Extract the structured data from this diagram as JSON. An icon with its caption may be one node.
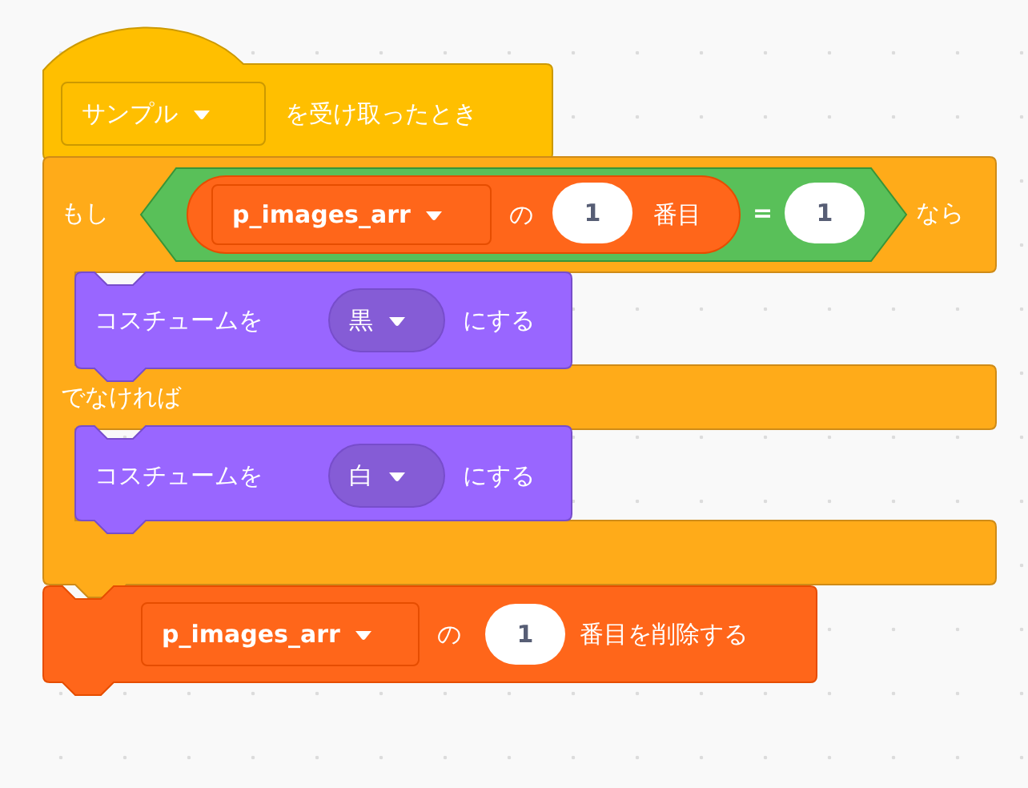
{
  "diagram": {
    "nodes": [
      {
        "text": [
          "を受け取ったとき"
        ]
      },
      {
        "text": [
          "サンプル"
        ],
        "in": 0
      },
      {
        "text": [
          "もし",
          "なら",
          "でなければ"
        ]
      },
      {
        "text": [
          "="
        ],
        "in": 2
      },
      {
        "text": [
          "の",
          "番目"
        ],
        "in": 3
      },
      {
        "text": [
          "p_images_arr"
        ],
        "in": 4
      },
      {
        "text": [
          "1"
        ],
        "in": 4
      },
      {
        "text": [
          "1"
        ],
        "in": 3
      },
      {
        "text": [
          "コスチュームを",
          "にする"
        ],
        "in": 2
      },
      {
        "text": [
          "黒"
        ],
        "in": 8
      },
      {
        "text": [
          "コスチュームを",
          "にする"
        ],
        "in": 2
      },
      {
        "text": [
          "白"
        ],
        "in": 10
      },
      {
        "text": [
          "の",
          "番目を削除する"
        ]
      },
      {
        "text": [
          "p_images_arr"
        ],
        "in": 12
      },
      {
        "text": [
          "1"
        ],
        "in": 12
      }
    ]
  }
}
